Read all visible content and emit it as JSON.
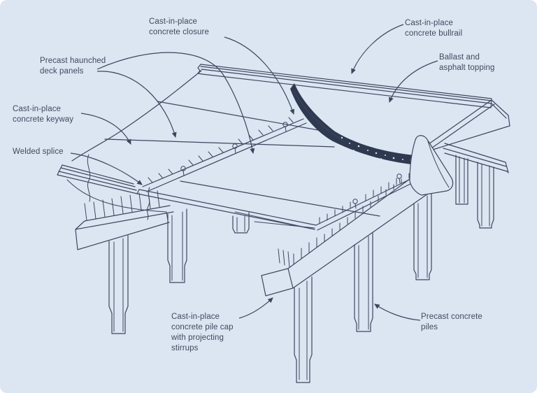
{
  "figure": {
    "background_color": "#dce5f2",
    "line_color": "#3b475e",
    "text_color": "#3f4a5e",
    "ballast_band_color": "#2f3950"
  },
  "labels": {
    "closure": {
      "lines": [
        "Cast-in-place",
        "concrete closure"
      ]
    },
    "bullrail": {
      "lines": [
        "Cast-in-place",
        "concrete bullrail"
      ]
    },
    "deck_panels": {
      "lines": [
        "Precast haunched",
        "deck panels"
      ]
    },
    "ballast": {
      "lines": [
        "Ballast and",
        "asphalt topping"
      ]
    },
    "keyway": {
      "lines": [
        "Cast-in-place",
        "concrete keyway"
      ]
    },
    "welded_splice": {
      "lines": [
        "Welded splice"
      ]
    },
    "pile_cap": {
      "lines": [
        "Cast-in-place",
        "concrete pile cap",
        "with projecting",
        "stirrups"
      ]
    },
    "piles": {
      "lines": [
        "Precast concrete",
        "piles"
      ]
    }
  }
}
